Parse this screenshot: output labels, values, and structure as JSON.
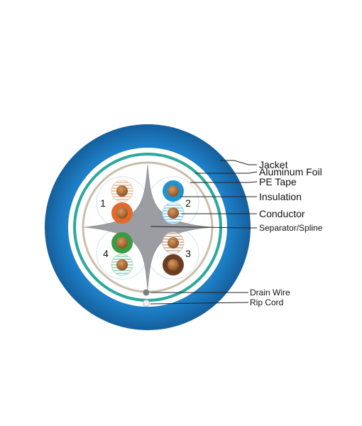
{
  "labels": {
    "jacket": "Jacket",
    "aluminum_foil": "Aluminum Foil",
    "pe_tape": "PE Tape",
    "insulation": "Insulation",
    "conductor": "Conductor",
    "separator": "Separator/Spline",
    "drain_wire": "Drain Wire",
    "rip_cord": "Rip Cord"
  },
  "pair_numbers": {
    "p1": "1",
    "p2": "2",
    "p3": "3",
    "p4": "4"
  },
  "colors": {
    "jacket": "#1e78bf",
    "jacket_dark": "#14609f",
    "foil": "#2aa99c",
    "pe_tape": "#c8bda8",
    "separator": "#9a9ba0",
    "copper": "#b0703a",
    "orange": "#e3692a",
    "orange_stripe": "#f2d2b8",
    "blue": "#1f93cf",
    "blue_stripe": "#bfe3f3",
    "green": "#3a9c40",
    "green_stripe": "#bfe4d6",
    "brown": "#6b3e24",
    "brown_stripe": "#ddc9b8"
  }
}
